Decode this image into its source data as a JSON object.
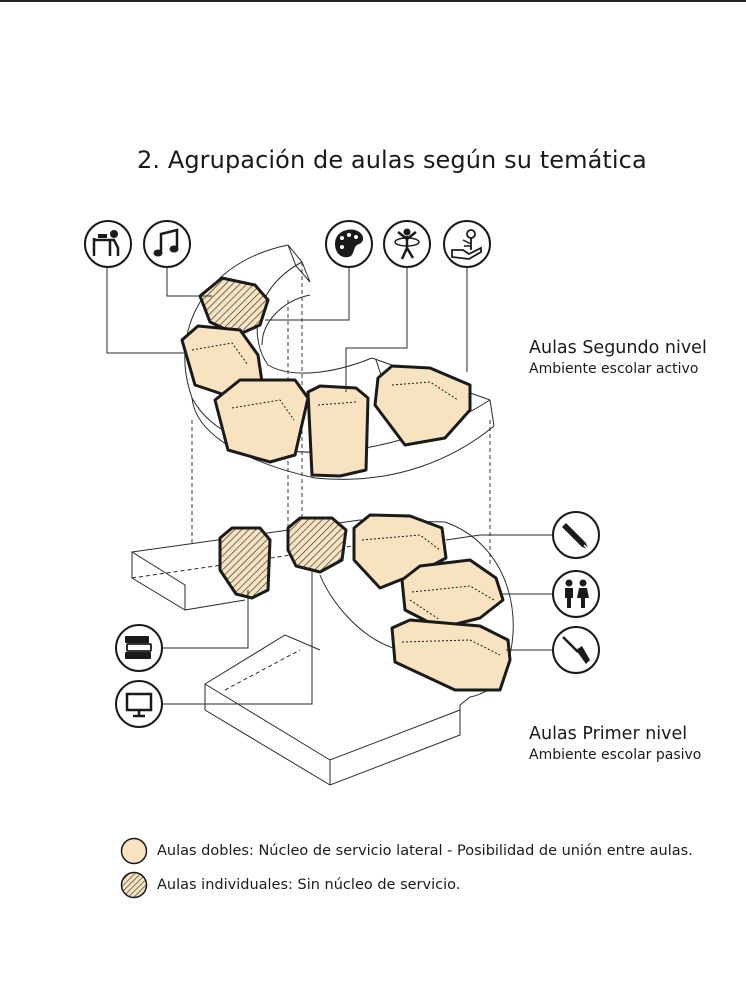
{
  "title": "2. Agrupación de aulas según su temática",
  "levels": {
    "upper": {
      "title": "Aulas Segundo nivel",
      "subtitle": "Ambiente escolar activo"
    },
    "lower": {
      "title": "Aulas Primer nivel",
      "subtitle": "Ambiente escolar pasivo"
    }
  },
  "icons": {
    "upper": [
      "reading-desk-icon",
      "music-note-icon",
      "paint-palette-icon",
      "dance-hoop-icon",
      "plant-in-hand-icon"
    ],
    "lower": [
      "pencil-icon",
      "children-icon",
      "screwdriver-icon",
      "books-icon",
      "computer-icon"
    ]
  },
  "legend": [
    {
      "label": "Aulas dobles: Núcleo de servicio lateral - Posibilidad de unión entre aulas.",
      "fill": "solid"
    },
    {
      "label": "Aulas individuales: Sin núcleo de servicio.",
      "fill": "hatched"
    }
  ],
  "colors": {
    "classroom_fill": "#f7e3bf",
    "outline": "#1a1a1a",
    "line": "#2a2a2a"
  }
}
